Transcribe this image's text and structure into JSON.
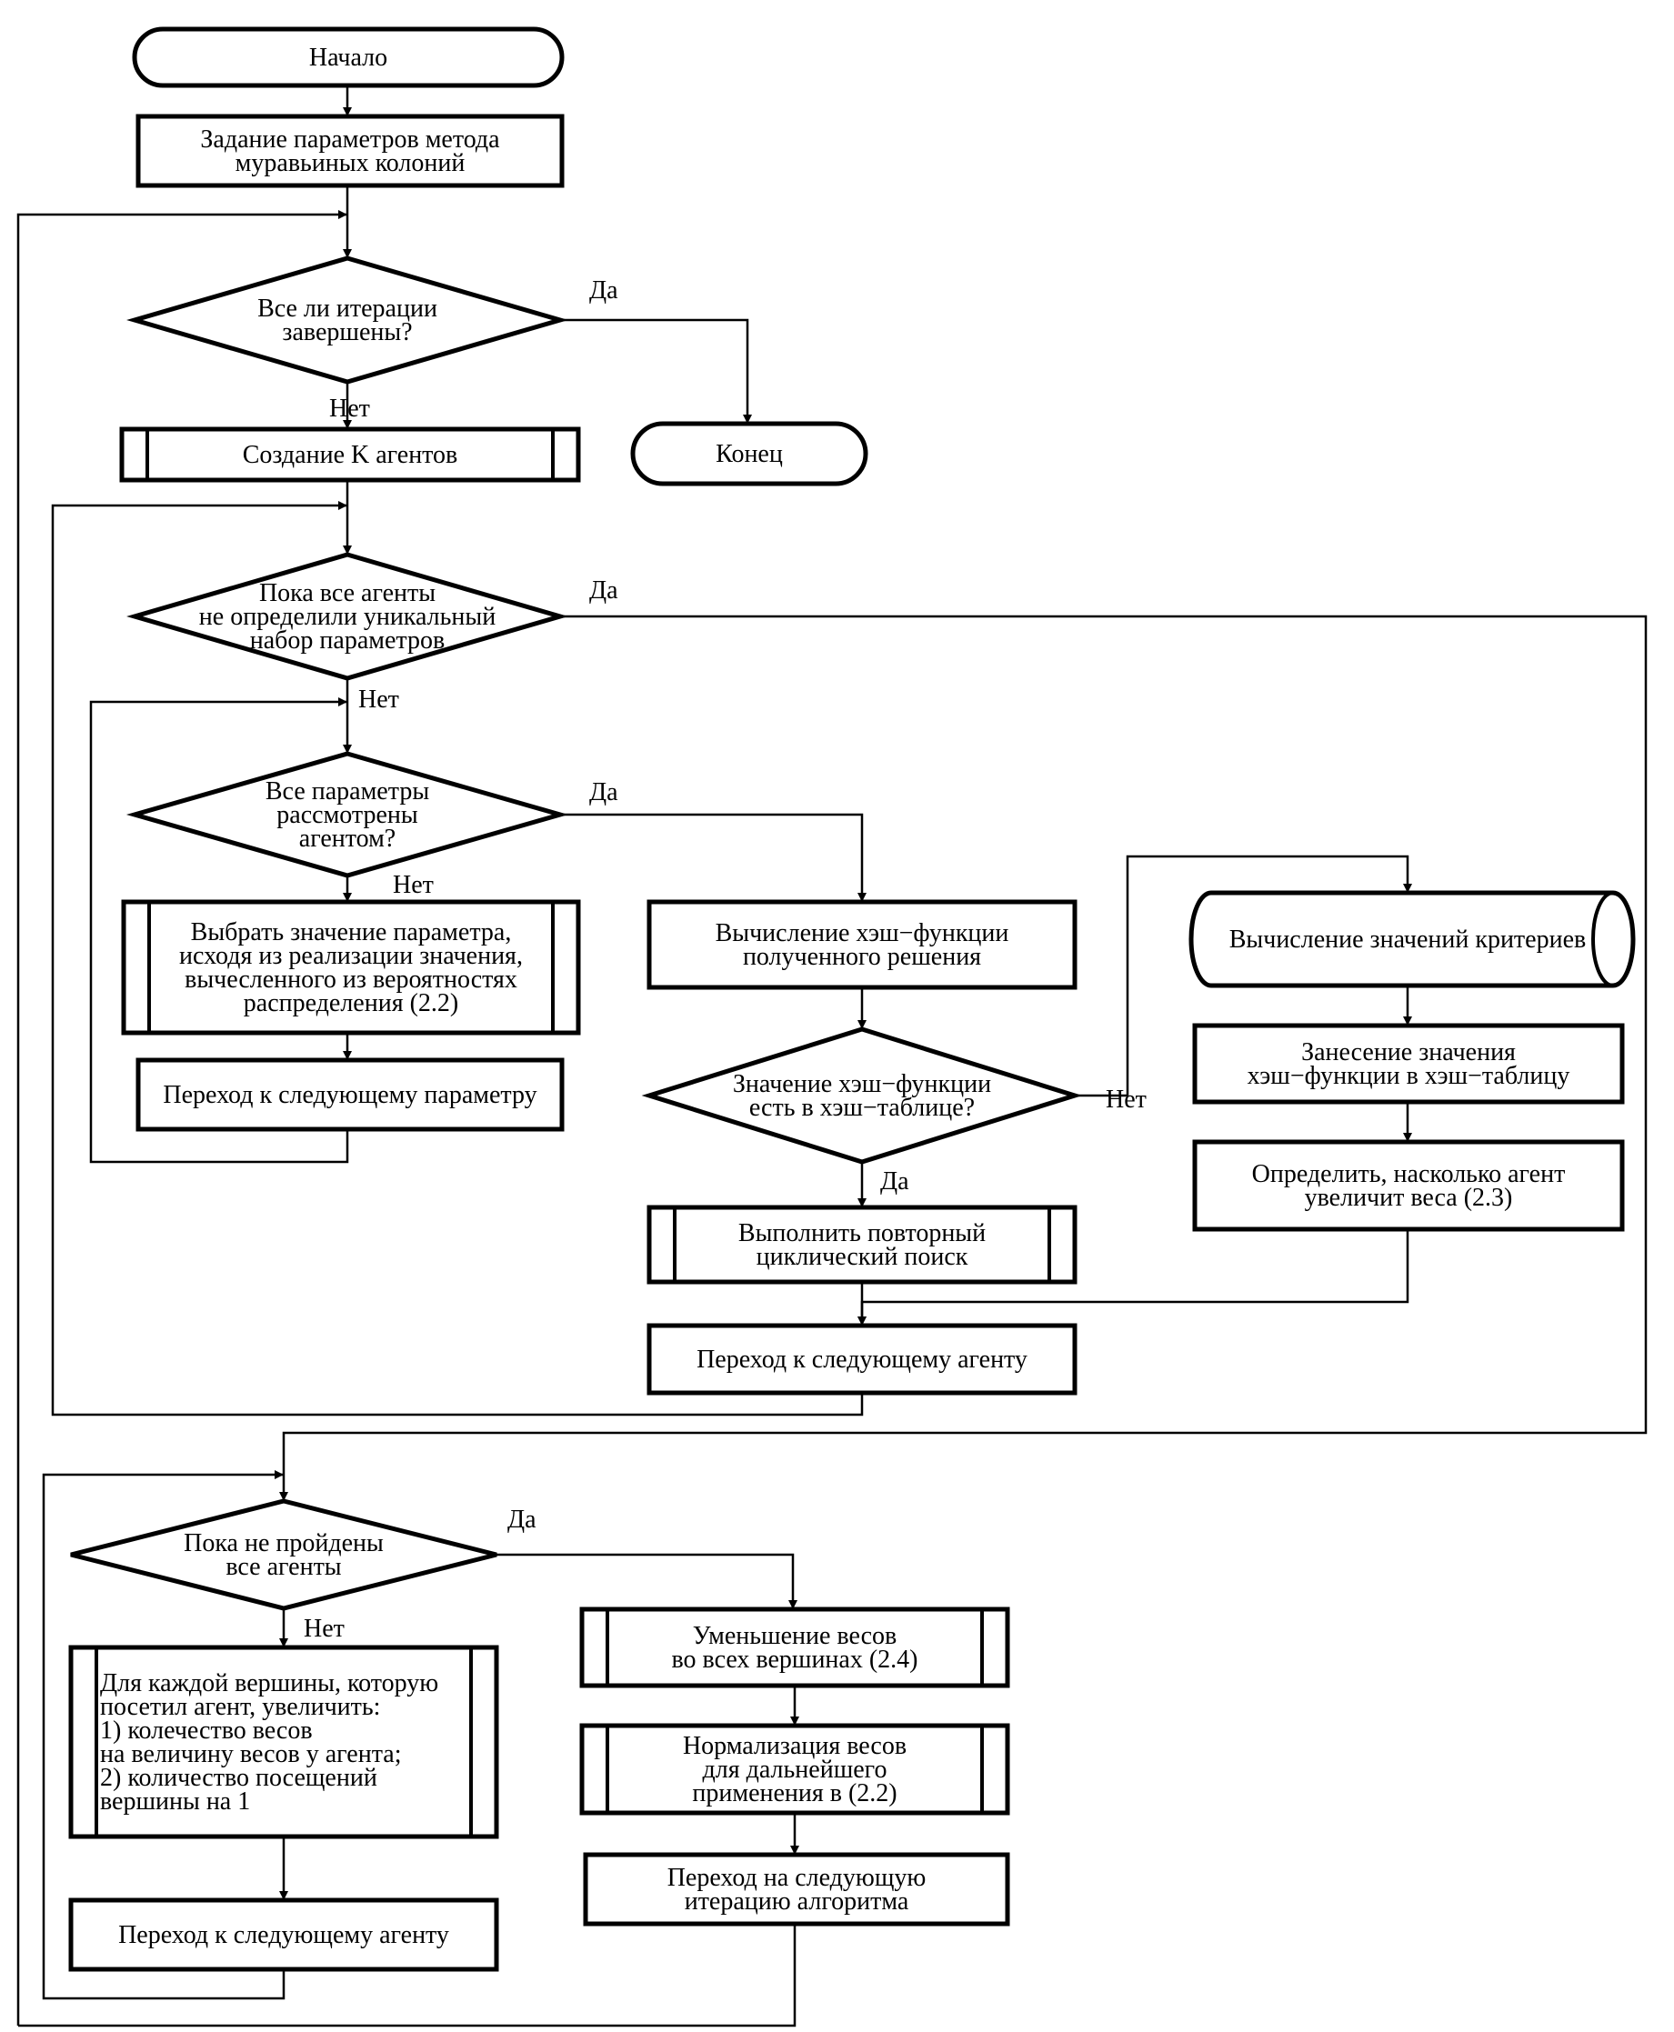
{
  "nodes": {
    "start": [
      "Начало"
    ],
    "set_params": [
      "Задание параметров метода",
      "муравьиных колоний"
    ],
    "all_iter": [
      "Все ли итерации",
      "завершены?"
    ],
    "create_agents": [
      "Создание K агентов"
    ],
    "end": [
      "Конец"
    ],
    "while_agents": [
      "Пока все агенты",
      "не определили уникальный",
      "набор параметров"
    ],
    "all_params": [
      "Все параметры",
      "рассмотрены",
      "агентом?"
    ],
    "choose_value": [
      "Выбрать значение параметра,",
      "исходя из реализации значения,",
      "вычесленного из вероятностях",
      "распределения (2.2)"
    ],
    "next_param": [
      "Переход к следующему параметру"
    ],
    "calc_hash": [
      "Вычисление хэш−функции",
      "полученного решения"
    ],
    "hash_in_table": [
      "Значение хэш−функции",
      "есть в хэш−таблице?"
    ],
    "repeat_search": [
      "Выполнить повторный",
      "циклический поиск"
    ],
    "next_agent_1": [
      "Переход к следующему агенту"
    ],
    "calc_criteria": [
      "Вычисление значений критериев"
    ],
    "store_hash": [
      "Занесение значения",
      "хэш−функции в хэш−таблицу"
    ],
    "determine_weights": [
      "Определить, насколько агент",
      "увеличит веса (2.3)"
    ],
    "while_not_passed": [
      "Пока не пройдены",
      "все агенты"
    ],
    "for_each_vertex": [
      "Для каждой вершины, которую",
      "посетил агент, увеличить:",
      "1) колечество весов",
      "на величину весов у агента;",
      "2) количество посещений",
      "вершины на 1"
    ],
    "next_agent_2": [
      "Переход к следующему агенту"
    ],
    "reduce_weights": [
      "Уменьшение весов",
      "во всех вершинах (2.4)"
    ],
    "normalize_weights": [
      "Нормализация весов",
      "для дальнейшего",
      "применения в (2.2)"
    ],
    "next_iteration": [
      "Переход на следующую",
      "итерацию алгоритма"
    ]
  },
  "edge_labels": {
    "yes": "Да",
    "no": "Нет"
  }
}
